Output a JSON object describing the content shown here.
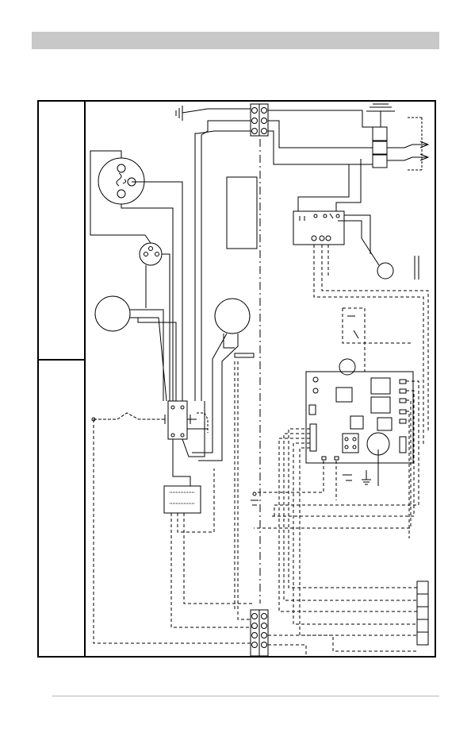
{
  "header": {
    "bar_color": "#c8c8c8",
    "title": ""
  },
  "diagram": {
    "line_color": "#000000",
    "background": "#ffffff",
    "orientation": "rotated-90",
    "components": [
      "ground-symbol",
      "power-terminal-block",
      "transformer",
      "blower-motor",
      "capacitor",
      "inducer-motor",
      "pressure-switch",
      "limit-switch",
      "door-switch",
      "wire-connector",
      "control-board",
      "gas-valve",
      "flame-sensor",
      "igniter",
      "thermostat-terminal-block",
      "field-terminal-strip"
    ]
  },
  "footer": {
    "rule_color": "#b5b5b5"
  }
}
